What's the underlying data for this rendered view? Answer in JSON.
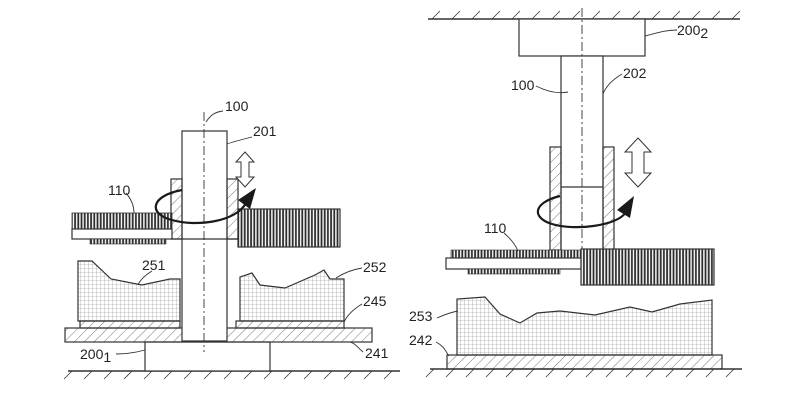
{
  "labels": {
    "l100_left": "100",
    "l201": "201",
    "l110_left": "110",
    "l251": "251",
    "l252": "252",
    "l245": "245",
    "l241": "241",
    "l200_1_main": "200",
    "l200_1_sub": "1",
    "l200_2_main": "200",
    "l200_2_sub": "2",
    "l100_right": "100",
    "l202": "202",
    "l110_right": "110",
    "l253": "253",
    "l242": "242"
  },
  "colors": {
    "line": "#333333",
    "hatch": "#555555",
    "grid": "#8a8a8a",
    "fill": "#ffffff"
  }
}
